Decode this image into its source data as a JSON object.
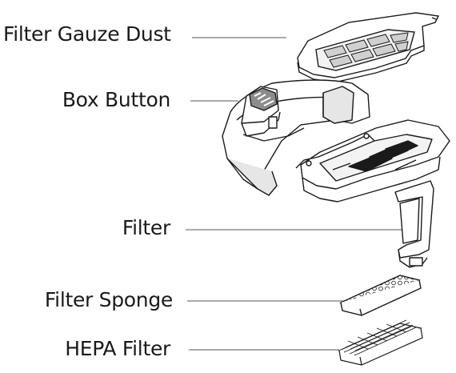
{
  "labels": {
    "filter_gauze_dust": "Filter Gauze Dust",
    "box_button": "Box Button",
    "filter": "Filter",
    "filter_sponge": "Filter Sponge",
    "hepa_filter": "HEPA Filter"
  },
  "colors": {
    "line": "#1a1a1a",
    "leader": "#555555",
    "shade": "#d9d9d9",
    "dark": "#8c8c8c"
  }
}
